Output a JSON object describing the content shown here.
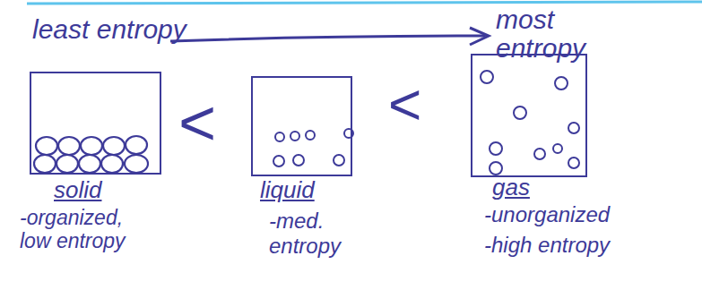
{
  "diagram": {
    "nodes": [
      {
        "text": [
          "solid",
          "-organized, low entropy"
        ]
      },
      {
        "text": [
          "liquid",
          "-med. entropy"
        ]
      },
      {
        "text": [
          "gas",
          "-unorganized",
          "-high entropy"
        ]
      }
    ],
    "labels": [
      "least entropy",
      "most entropy",
      "<",
      "<"
    ]
  }
}
